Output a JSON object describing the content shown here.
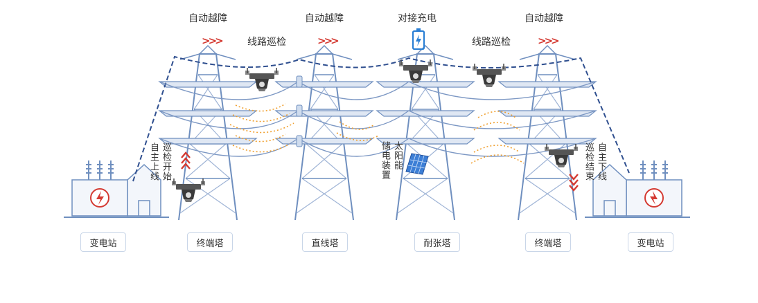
{
  "top_labels": {
    "auto_cross_1": "自动越障",
    "auto_cross_2": "自动越障",
    "docking_charge": "对接充电",
    "auto_cross_3": "自动越障",
    "line_patrol_1": "线路巡检",
    "line_patrol_2": "线路巡检"
  },
  "side_labels": {
    "auto_mount": "自主上线",
    "patrol_start": "巡检开始",
    "solar": "太阳能",
    "storage": "储电装置",
    "patrol_end": "巡检结束",
    "auto_dismount": "自主下线"
  },
  "chevrons": ">>>",
  "bottom_labels": [
    "变电站",
    "终端塔",
    "直线塔",
    "耐张塔",
    "终端塔",
    "变电站"
  ],
  "colors": {
    "tower": "#6f8fbf",
    "tower_fill": "#e8eef7",
    "line": "#2f4f8f",
    "accent_red": "#d43a32",
    "signal": "#f0a030",
    "battery": "#2a7fd4"
  }
}
